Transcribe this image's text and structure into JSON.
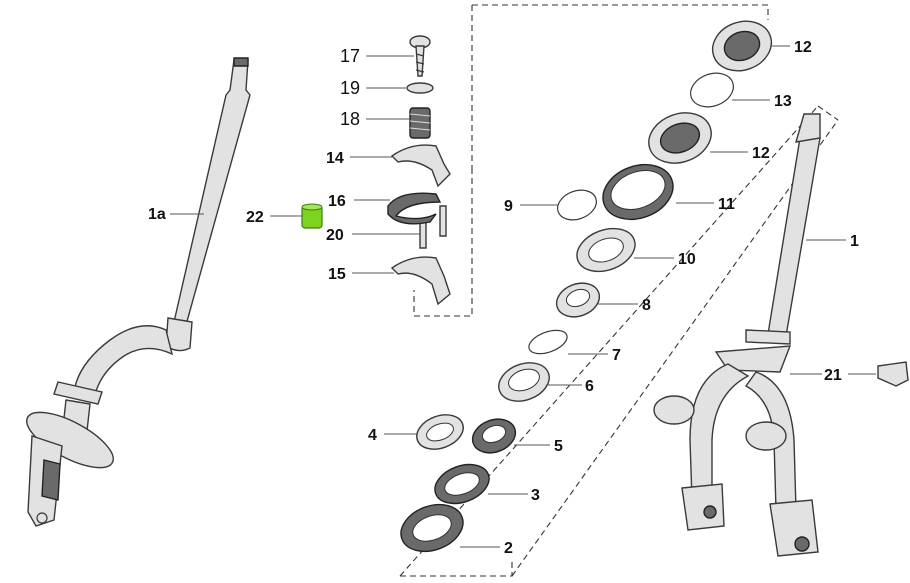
{
  "callouts": [
    {
      "id": "1a",
      "text": "1a",
      "bold": true
    },
    {
      "id": "1",
      "text": "1",
      "bold": true
    },
    {
      "id": "2",
      "text": "2",
      "bold": true
    },
    {
      "id": "3",
      "text": "3",
      "bold": true
    },
    {
      "id": "4",
      "text": "4",
      "bold": true
    },
    {
      "id": "5",
      "text": "5",
      "bold": true
    },
    {
      "id": "6",
      "text": "6",
      "bold": true
    },
    {
      "id": "7",
      "text": "7",
      "bold": true
    },
    {
      "id": "8",
      "text": "8",
      "bold": true
    },
    {
      "id": "9",
      "text": "9",
      "bold": true
    },
    {
      "id": "10",
      "text": "10",
      "bold": true
    },
    {
      "id": "11",
      "text": "11",
      "bold": true
    },
    {
      "id": "12a",
      "text": "12",
      "bold": true
    },
    {
      "id": "12b",
      "text": "12",
      "bold": true
    },
    {
      "id": "13",
      "text": "13",
      "bold": true
    },
    {
      "id": "14",
      "text": "14",
      "bold": true
    },
    {
      "id": "15",
      "text": "15",
      "bold": true
    },
    {
      "id": "16",
      "text": "16",
      "bold": true
    },
    {
      "id": "17",
      "text": "17",
      "bold": false
    },
    {
      "id": "18",
      "text": "18",
      "bold": false
    },
    {
      "id": "19",
      "text": "19",
      "bold": false
    },
    {
      "id": "20",
      "text": "20",
      "bold": true
    },
    {
      "id": "21",
      "text": "21",
      "bold": true
    },
    {
      "id": "22",
      "text": "22",
      "bold": true
    }
  ],
  "colors": {
    "highlight": "#7ed321",
    "parts": "#e2e2e2",
    "outline": "#3a3a3a",
    "background": "#ffffff"
  }
}
